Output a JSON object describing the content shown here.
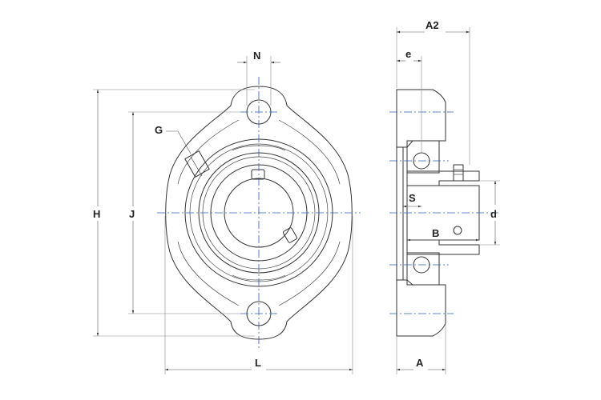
{
  "labels": {
    "N": "N",
    "G": "G",
    "H": "H",
    "J": "J",
    "L": "L",
    "A2": "A2",
    "e": "e",
    "S": "S",
    "B": "B",
    "d": "d",
    "A": "A"
  },
  "colors": {
    "outline": "#333333",
    "centerline": "#2b63b8",
    "hatch": "#555555",
    "background": "#ffffff"
  }
}
